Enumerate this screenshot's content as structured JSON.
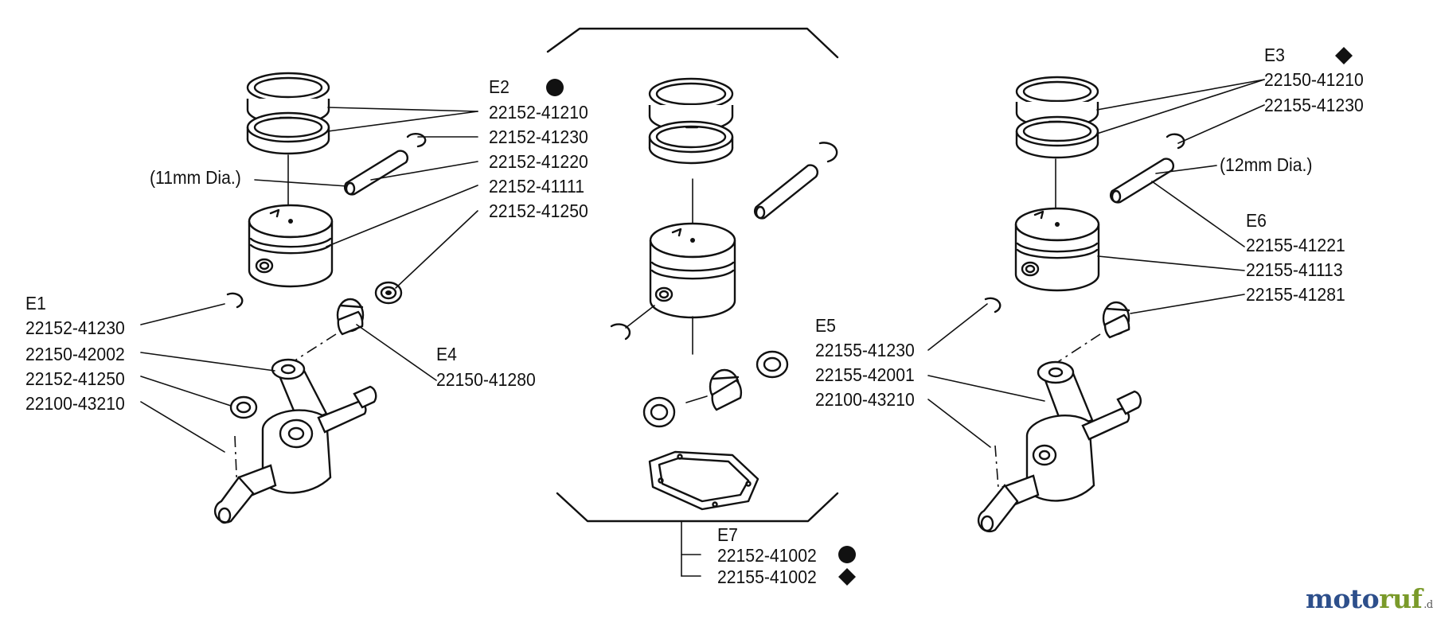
{
  "labels": {
    "e1": "E1",
    "e2": "E2",
    "e3": "E3",
    "e4": "E4",
    "e5": "E5",
    "e6": "E6",
    "e7": "E7",
    "dia_11": "(11mm Dia.)",
    "dia_12": "(12mm Dia.)",
    "e2_parts": [
      "22152-41210",
      "22152-41230",
      "22152-41220",
      "22152-41111",
      "22152-41250"
    ],
    "e1_parts": [
      "22152-41230",
      "22150-42002",
      "22152-41250",
      "22100-43210"
    ],
    "e4_parts": [
      "22150-41280"
    ],
    "e3_parts": [
      "22150-41210",
      "22155-41230"
    ],
    "e6_parts": [
      "22155-41221",
      "22155-41113",
      "22155-41281"
    ],
    "e5_parts": [
      "22155-41230",
      "22155-42001",
      "22100-43210"
    ],
    "e7_parts": [
      "22152-41002",
      "22155-41002"
    ]
  },
  "markers": {
    "e2": "circle",
    "e3": "diamond",
    "e7_first": "circle",
    "e7_second": "diamond"
  },
  "watermark": {
    "text_moto": "moto",
    "text_ruf": "ruf",
    "text_de": ".de",
    "color_moto": "#2d4f8b",
    "color_ruf": "#7a9a2a"
  }
}
